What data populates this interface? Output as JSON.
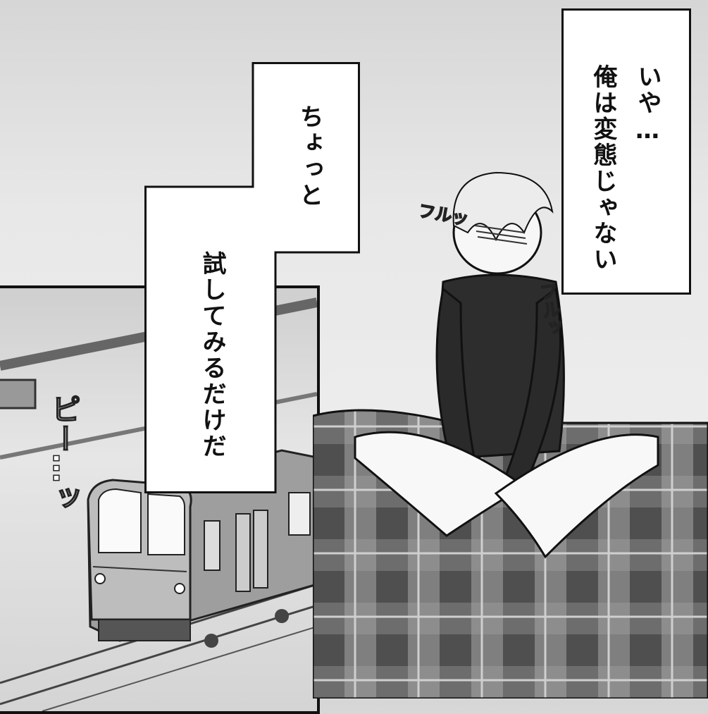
{
  "captions": {
    "right_box": {
      "line1": "いや…",
      "line2": "俺は変態じゃない"
    },
    "middle_box": {
      "line1": "ちょっと",
      "line2": "試してみるだけだ"
    }
  },
  "sfx": {
    "fidget_left": "フルッ",
    "fidget_right": "フルッ",
    "beep": "ピー…ッ"
  }
}
